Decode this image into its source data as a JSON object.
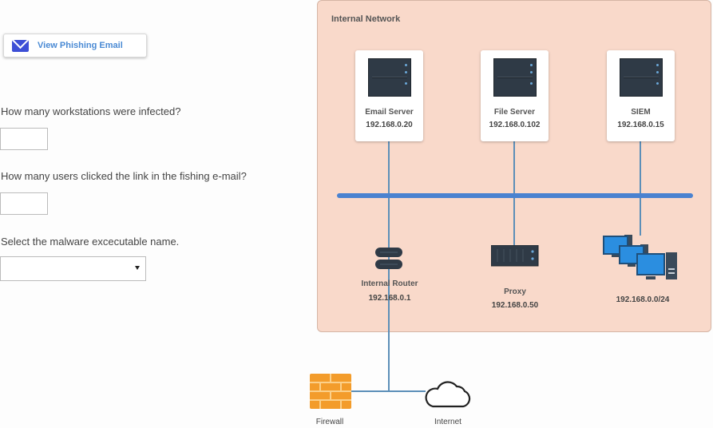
{
  "left_panel": {
    "phishing_button": {
      "label": "View Phishing Email",
      "icon": "envelope-icon"
    },
    "questions": [
      {
        "label": "How many workstations were infected?",
        "type": "text",
        "value": ""
      },
      {
        "label": "How many users clicked the link in the fishing e-mail?",
        "type": "text",
        "value": ""
      },
      {
        "label": "Select the malware excecutable name.",
        "type": "select",
        "selected": ""
      }
    ]
  },
  "network": {
    "title": "Internal Network",
    "servers": [
      {
        "name": "Email Server",
        "ip": "192.168.0.20",
        "icon": "server-icon"
      },
      {
        "name": "File Server",
        "ip": "192.168.0.102",
        "icon": "server-icon"
      },
      {
        "name": "SIEM",
        "ip": "192.168.0.15",
        "icon": "server-icon"
      }
    ],
    "router": {
      "name": "Internal Router",
      "ip": "192.168.0.1",
      "icon": "router-icon"
    },
    "proxy": {
      "name": "Proxy",
      "ip": "192.168.0.50",
      "icon": "server-icon"
    },
    "workstations": {
      "ip": "192.168.0.0/24",
      "icon": "workstations-icon"
    },
    "colors": {
      "panel_bg": "#f9d9ca",
      "bus": "#4a82d0",
      "link": "#5c8fb8",
      "firewall": "#f39c2b",
      "workstation": "#2b8ee0"
    }
  },
  "external": {
    "firewall": {
      "name": "Firewall",
      "icon": "firewall-icon"
    },
    "internet": {
      "name": "Internet",
      "icon": "cloud-icon"
    }
  }
}
